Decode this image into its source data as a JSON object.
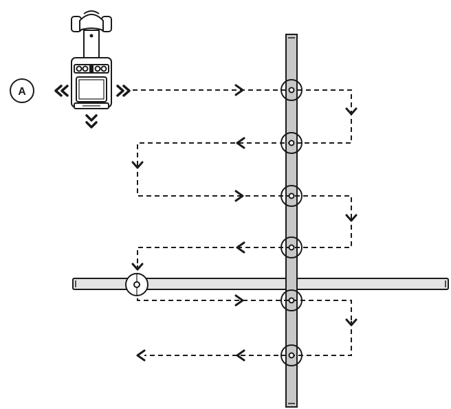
{
  "diagram": {
    "step_label": "A",
    "icons": {
      "device": "handheld-detector-icon",
      "chevron_left": "double-chevron-left-icon",
      "chevron_right": "double-chevron-right-icon",
      "chevron_down": "double-chevron-down-icon",
      "path_arrow_right": "arrow-right-icon",
      "path_arrow_left": "arrow-left-icon",
      "path_arrow_down": "arrow-down-icon",
      "pipe_marker": "circled-target-icon"
    },
    "colors": {
      "stroke": "#1a1a1a",
      "pipe_fill": "#c8c8c8",
      "device_fill": "#ffffff",
      "background": "#ffffff"
    },
    "scan_passes": 6,
    "pipe_markers": 7
  }
}
